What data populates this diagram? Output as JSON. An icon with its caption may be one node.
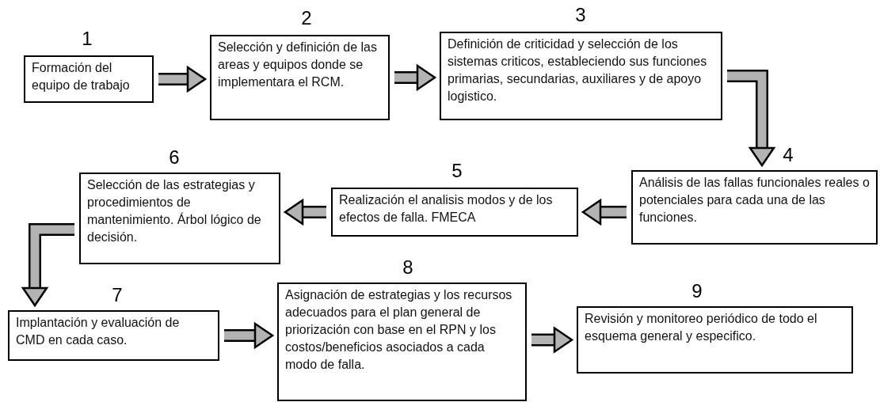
{
  "diagram": {
    "nodes": [
      {
        "text": [
          "Formación del equipo de trabajo"
        ],
        "beside": [
          "1"
        ]
      },
      {
        "text": [
          "Selección y definición de las areas y equipos donde se implementara el RCM."
        ],
        "beside": [
          "2"
        ]
      },
      {
        "text": [
          "Definición de criticidad y selección de los sistemas criticos, estableciendo sus funciones primarias, secundarias, auxiliares y de apoyo logistico."
        ],
        "beside": [
          "3"
        ]
      },
      {
        "text": [
          "Análisis de las fallas funcionales reales o potenciales para cada una de las funciones."
        ],
        "beside": [
          "4"
        ]
      },
      {
        "text": [
          "Realización el analisis modos y de los efectos de falla. FMECA"
        ],
        "beside": [
          "5"
        ]
      },
      {
        "text": [
          "Selección de las estrategias y procedimientos de mantenimiento. Árbol lógico de decisión."
        ],
        "beside": [
          "6"
        ]
      },
      {
        "text": [
          "Implantación y evaluación de CMD en cada caso."
        ],
        "beside": [
          "7"
        ]
      },
      {
        "text": [
          "Asignación de estrategias y los recursos adecuados para el plan general de priorización con base en el RPN y los costos/beneficios asociados a cada modo de falla."
        ],
        "beside": [
          "8"
        ]
      },
      {
        "text": [
          "Revisión y monitoreo periódico de todo el esquema general y especifico."
        ],
        "beside": [
          "9"
        ]
      }
    ],
    "edges": [
      {
        "from": 0,
        "to": 1,
        "arrow": "to"
      },
      {
        "from": 1,
        "to": 2,
        "arrow": "to"
      },
      {
        "from": 2,
        "to": 3,
        "arrow": "to"
      },
      {
        "from": 3,
        "to": 4,
        "arrow": "to"
      },
      {
        "from": 4,
        "to": 5,
        "arrow": "to"
      },
      {
        "from": 5,
        "to": 6,
        "arrow": "to"
      },
      {
        "from": 6,
        "to": 7,
        "arrow": "to"
      },
      {
        "from": 7,
        "to": 8,
        "arrow": "to"
      }
    ]
  }
}
